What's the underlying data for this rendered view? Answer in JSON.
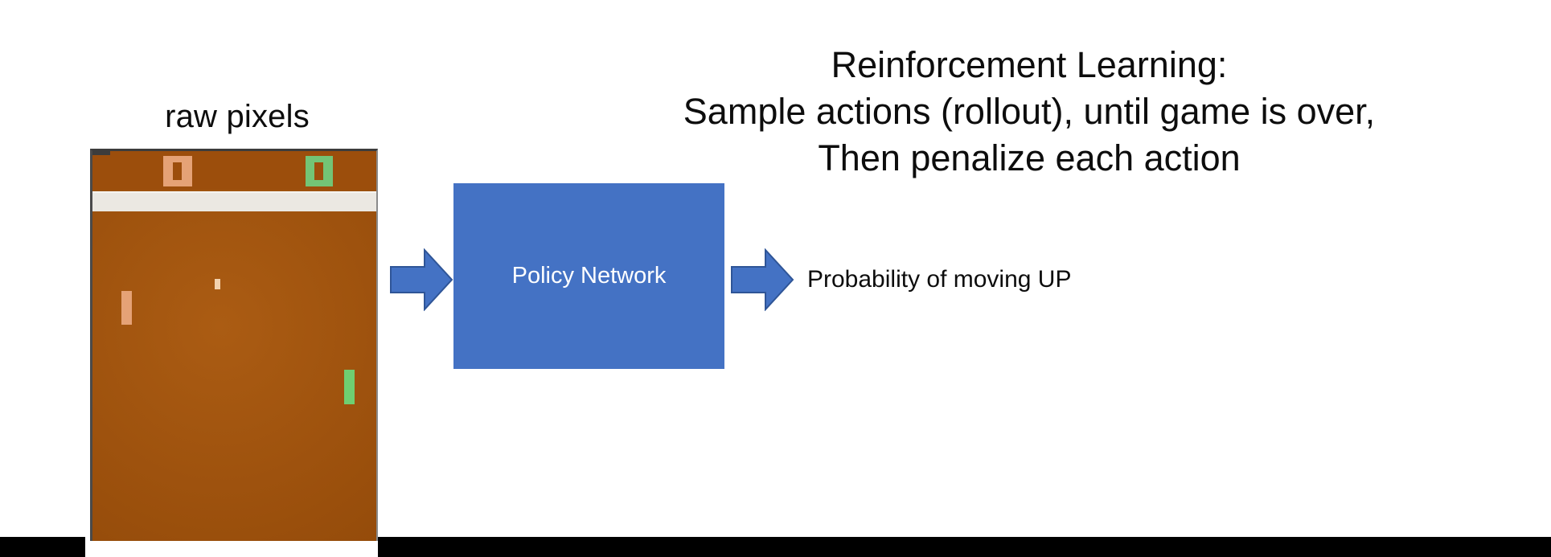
{
  "slide": {
    "heading_lines": [
      "Reinforcement Learning:",
      "Sample actions (rollout), until game is over,",
      "Then penalize each action"
    ],
    "raw_pixels_label": "raw pixels",
    "policy_box_label": "Policy Network",
    "output_label": "Probability of moving UP",
    "colors": {
      "policy_box": "#4472c4",
      "arrow_fill": "#4472c4",
      "arrow_stroke": "#2f5597",
      "game_background": "#a0530d",
      "paddle_left": "#e5a276",
      "paddle_right": "#6fcf71",
      "ball": "#f3d2ae",
      "text": "#0d0d0d",
      "divider_bar": "#ebe8e2",
      "bottom_bar": "#000000"
    },
    "game": {
      "name": "pong-frame",
      "score_left_digit": "0",
      "score_right_digit": "0"
    },
    "icons": {
      "arrow_input": "right-arrow-icon",
      "arrow_output": "right-arrow-icon"
    }
  }
}
